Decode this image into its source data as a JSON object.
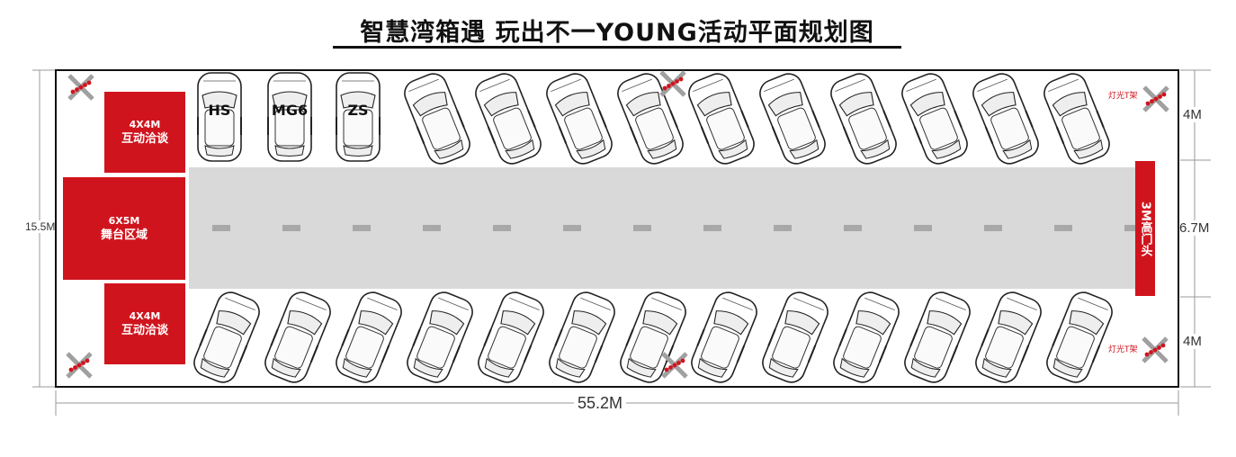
{
  "title": "智慧湾箱遇  玩出不一YOUNG活动平面规划图",
  "zones": {
    "top_talk": {
      "size": "4X4M",
      "name": "互动洽谈"
    },
    "stage": {
      "size": "6X5M",
      "name": "舞台区域"
    },
    "bottom_talk": {
      "size": "4X4M",
      "name": "互动洽谈"
    }
  },
  "gate": "3M高门头",
  "truss_label": "灯光T架",
  "car_labels": [
    "HS",
    "MG6",
    "ZS"
  ],
  "dimensions": {
    "total_width": "15.5M",
    "total_length": "55.2M",
    "top_row_depth": "4M",
    "road_width": "6.7M",
    "bottom_row_depth": "4M"
  },
  "colors": {
    "accent_red": "#d0141d",
    "road_grey": "#d9d9d9",
    "dash_grey": "#a8a8a8"
  }
}
